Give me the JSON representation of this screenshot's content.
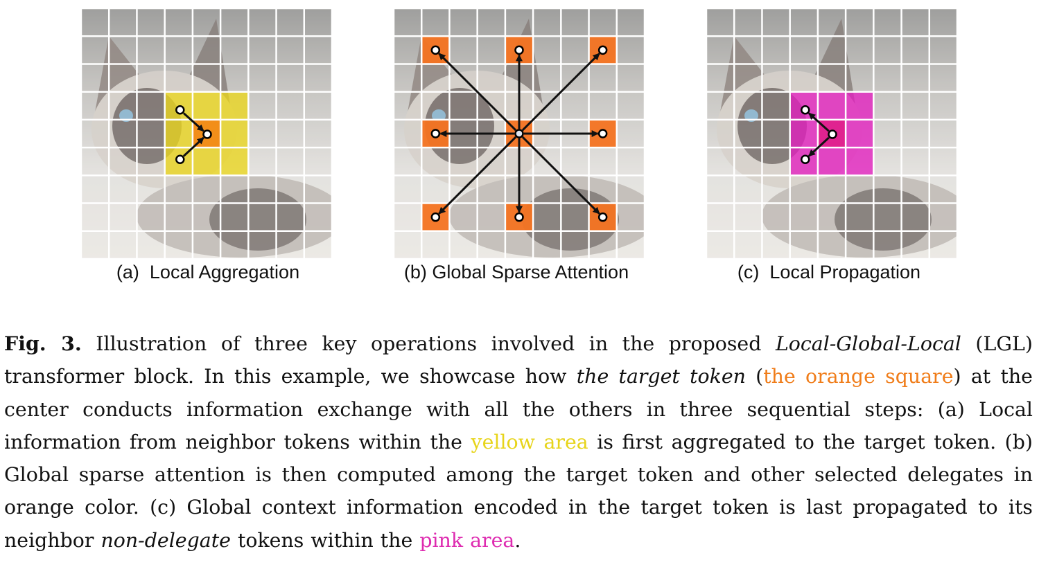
{
  "figure": {
    "grid": {
      "cols": 9,
      "rows": 9
    },
    "colors": {
      "orange": "#f47321",
      "target_orange": "#f28a17",
      "yellow": "#ead61c",
      "pink": "#e31dbf",
      "grid_line": "#ffffff",
      "arrow": "#111111"
    },
    "panels": [
      {
        "label": "(a)  Local Aggregation",
        "operation": "local-aggregation"
      },
      {
        "label": "(b) Global Sparse Attention",
        "operation": "global-sparse-attention"
      },
      {
        "label": "(c)  Local Propagation",
        "operation": "local-propagation"
      }
    ]
  },
  "caption": {
    "fig_label": "Fig. 3.",
    "t1": " Illustration of three key operations involved in the proposed ",
    "lgl_italic": "Local-Global-Local",
    "t2": " (LGL) transformer block. In this example, we showcase how ",
    "target_italic": "the target token",
    "t3": " (",
    "orange_text": "the orange square",
    "t4": ") at the center conducts information exchange with all the others in three sequential steps: (a) Local information from neighbor tokens within the ",
    "yellow_text": "yellow area",
    "t5": " is first aggregated to the target token. (b) Global sparse attention is then computed among the target token and other selected delegates in orange color. (c) Global context information encoded in the target token is last propagated to its neighbor ",
    "nondelegate_italic": "non-delegate",
    "t6": " tokens within the ",
    "pink_text": "pink area",
    "t7": "."
  }
}
